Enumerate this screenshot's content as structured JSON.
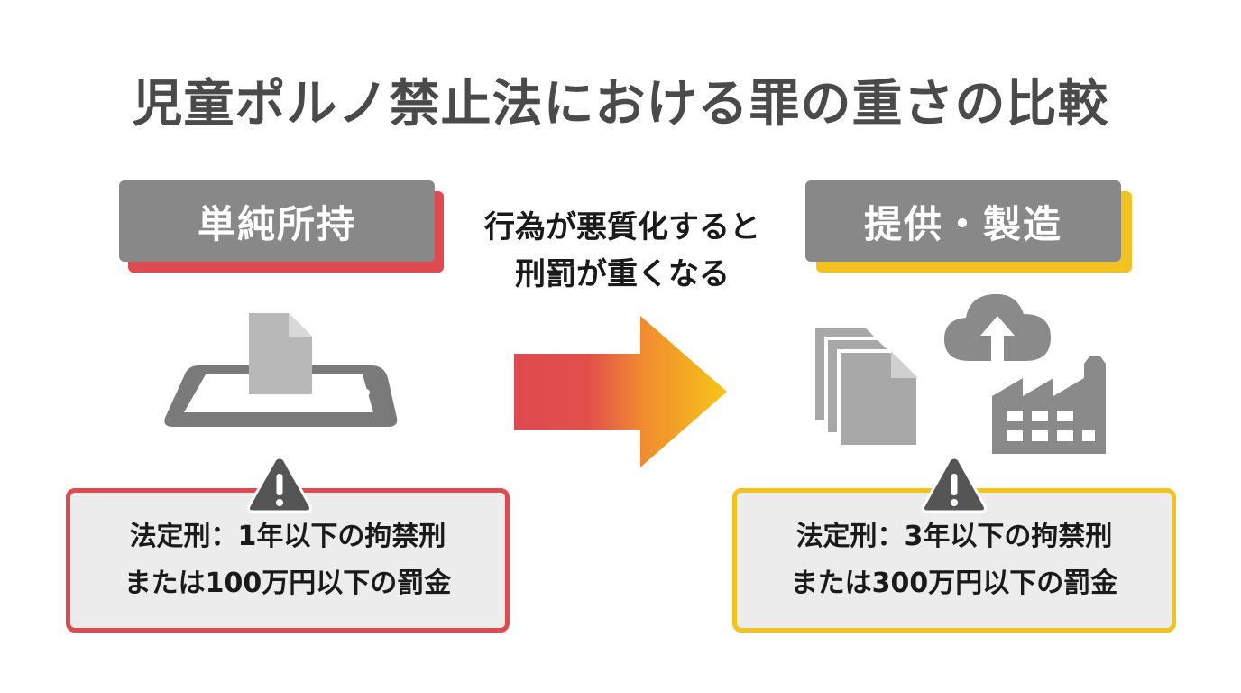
{
  "title": "児童ポルノ禁止法における罪の重さの比較",
  "colors": {
    "left_accent": "#de4a4f",
    "right_accent": "#f2c220",
    "label_bg": "#888888",
    "icon_gray": "#9a9a9a",
    "box_bg": "#ececec"
  },
  "left": {
    "label": "単純所持",
    "icon": "tablet-with-document-icon",
    "penalty_line1": "法定刑：1年以下の拘禁刑",
    "penalty_line2": "または100万円以下の罰金"
  },
  "center": {
    "line1": "行為が悪質化すると",
    "line2": "刑罰が重くなる",
    "icon": "gradient-arrow-icon"
  },
  "right": {
    "label": "提供・製造",
    "icons": [
      "stacked-documents-icon",
      "cloud-upload-icon",
      "factory-icon"
    ],
    "penalty_line1": "法定刑：3年以下の拘禁刑",
    "penalty_line2": "または300万円以下の罰金"
  }
}
